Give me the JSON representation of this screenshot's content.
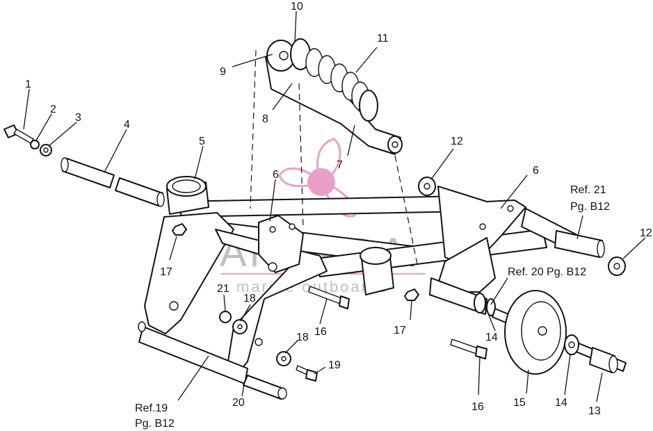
{
  "callouts": [
    "1",
    "2",
    "3",
    "4",
    "5",
    "6",
    "7",
    "8",
    "9",
    "10",
    "11",
    "12",
    "13",
    "14",
    "15",
    "16",
    "17",
    "18",
    "19",
    "20",
    "21"
  ],
  "references": {
    "ref21_line1": "Ref. 21",
    "ref21_line2": "Pg. B12",
    "ref20": "Ref. 20 Pg. B12",
    "ref19_line1": "Ref.19",
    "ref19_line2": "Pg. B12"
  },
  "watermark": {
    "brand": "ARMADA",
    "tagline": "marine outboards",
    "color": "#e8a0c8"
  }
}
